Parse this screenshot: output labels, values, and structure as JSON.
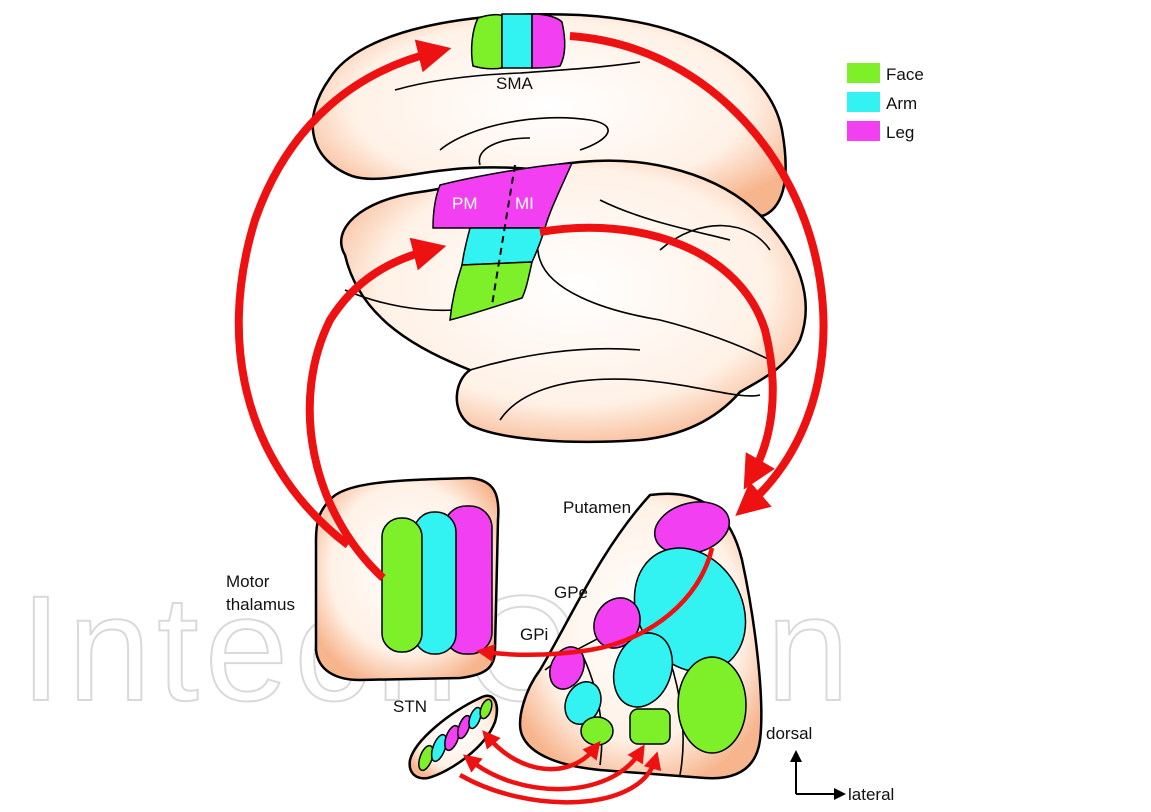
{
  "watermark": "IntechOpen",
  "legend": {
    "items": [
      {
        "label": "Face",
        "color": "#7ef029"
      },
      {
        "label": "Arm",
        "color": "#33f2f2"
      },
      {
        "label": "Leg",
        "color": "#f23ff2"
      }
    ]
  },
  "labels": {
    "sma": "SMA",
    "pm": "PM",
    "mi": "MI",
    "putamen": "Putamen",
    "motor_thalamus_line1": "Motor",
    "motor_thalamus_line2": "thalamus",
    "gpe": "GPe",
    "gpi": "GPi",
    "stn": "STN"
  },
  "orientation": {
    "dorsal": "dorsal",
    "lateral": "lateral"
  },
  "colors": {
    "face": "#7ef029",
    "arm": "#33f2f2",
    "leg": "#f23ff2",
    "arrow": "#ee1111",
    "tissue": "#fbd2b6"
  }
}
